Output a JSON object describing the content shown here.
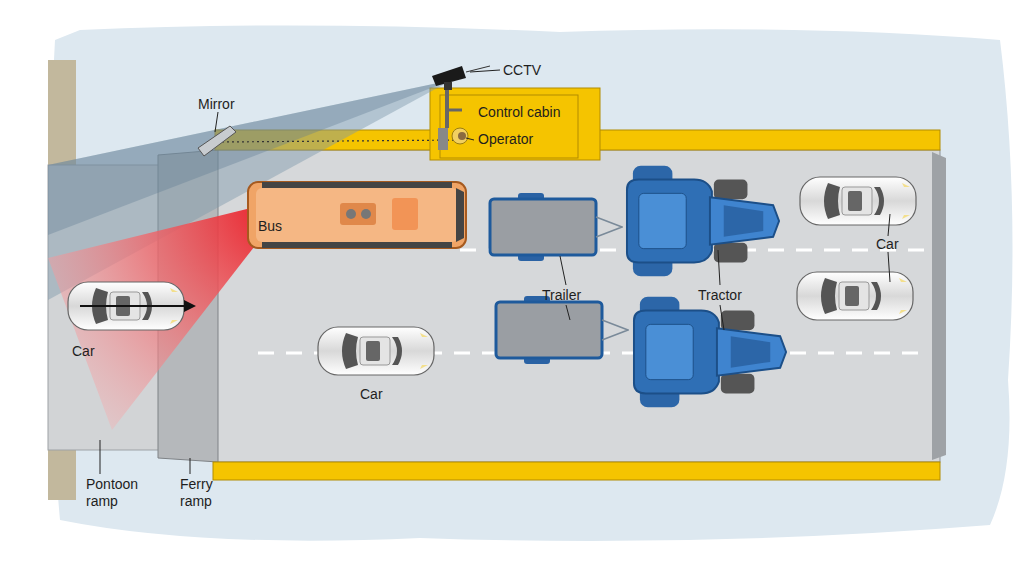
{
  "diagram": {
    "labels": [
      "CCTV",
      "Mirror",
      "Control cabin",
      "Operator",
      "Bus",
      "Car",
      "Car",
      "Trailer",
      "Tractor",
      "Car",
      "Pontoon ramp",
      "Ferry ramp"
    ]
  }
}
